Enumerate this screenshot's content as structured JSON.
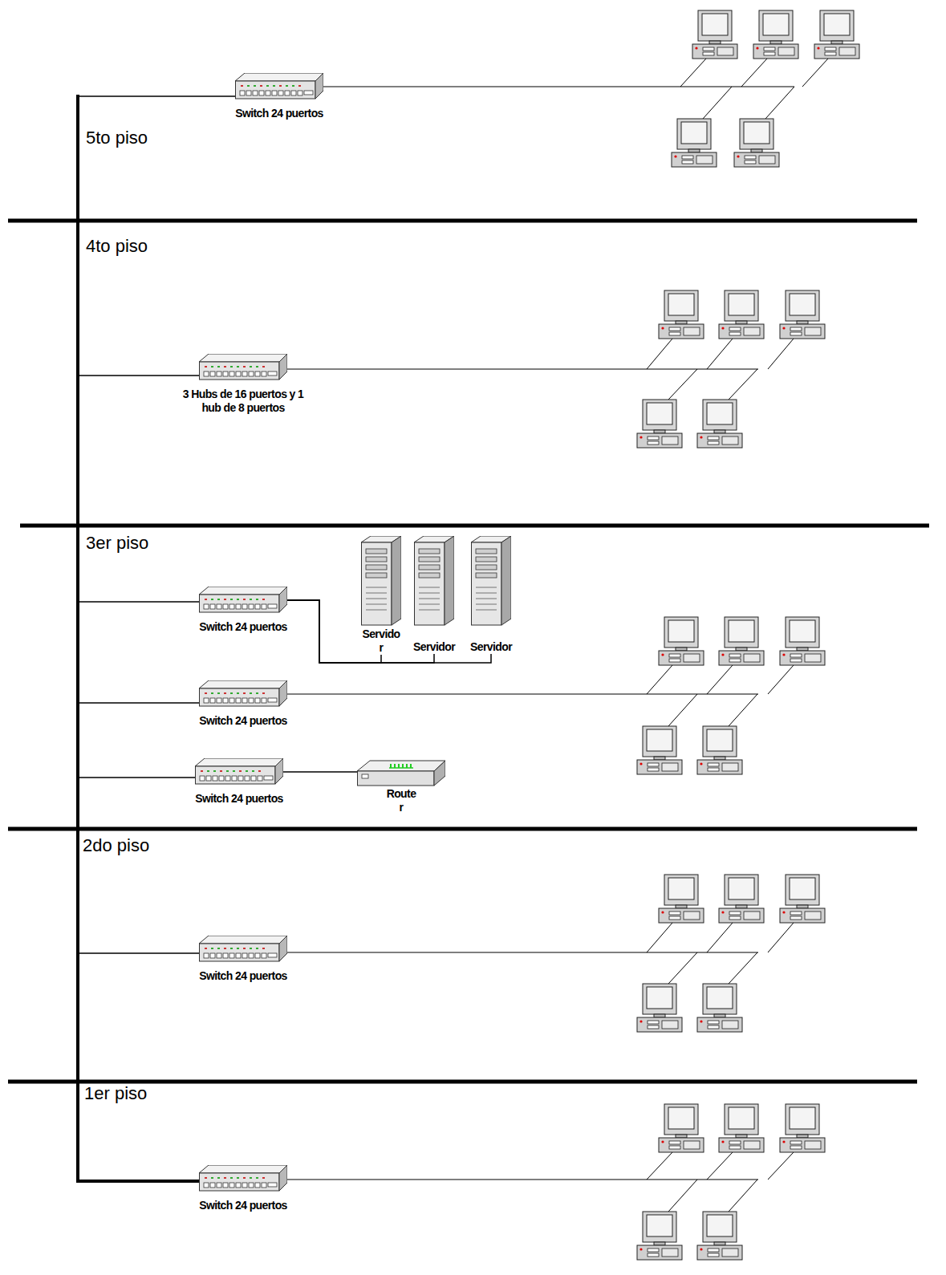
{
  "diagram": {
    "nodes": [
      {
        "text": [
          "Switch 24 puertos"
        ]
      },
      {
        "text": [
          "3 Hubs de 16 puertos y 1 hub de 8 puertos"
        ]
      },
      {
        "text": [
          "Switch 24 puertos"
        ]
      },
      {
        "text": [
          "Servido r"
        ]
      },
      {
        "text": [
          "Servidor"
        ]
      },
      {
        "text": [
          "Servidor"
        ]
      },
      {
        "text": [
          "Switch 24 puertos"
        ]
      },
      {
        "text": [
          "Switch 24 puertos"
        ]
      },
      {
        "text": [
          "Route r"
        ]
      },
      {
        "text": [
          "Switch 24 puertos"
        ]
      },
      {
        "text": [
          "Switch 24 puertos"
        ]
      }
    ],
    "edges": [
      {
        "from": 2,
        "to": 3,
        "arrow": "none"
      },
      {
        "from": 2,
        "to": 4,
        "arrow": "none"
      },
      {
        "from": 2,
        "to": 5,
        "arrow": "none"
      },
      {
        "from": 7,
        "to": 8,
        "arrow": "none"
      }
    ],
    "labels": [
      "5to piso",
      "4to piso",
      "3er piso",
      "2do piso",
      "1er piso"
    ]
  }
}
